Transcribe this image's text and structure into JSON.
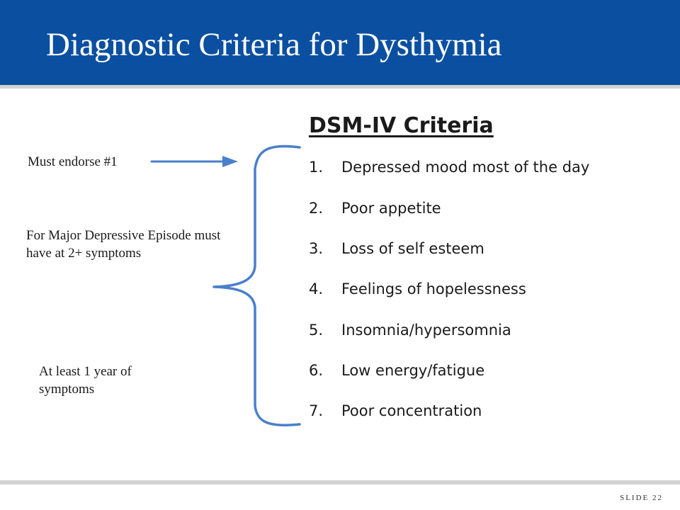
{
  "slide": {
    "title": "Diagnostic Criteria for Dysthymia",
    "slide_label": "SLIDE 22"
  },
  "criteria": {
    "heading": "DSM-IV Criteria",
    "items": [
      {
        "num": "1.",
        "text": "Depressed mood most of the day"
      },
      {
        "num": "2.",
        "text": "Poor appetite"
      },
      {
        "num": "3.",
        "text": "Loss of self esteem"
      },
      {
        "num": "4.",
        "text": "Feelings of hopelessness"
      },
      {
        "num": "5.",
        "text": "Insomnia/hypersomnia"
      },
      {
        "num": "6.",
        "text": "Low energy/fatigue"
      },
      {
        "num": "7.",
        "text": "Poor concentration"
      }
    ]
  },
  "notes": {
    "must_endorse": "Must endorse #1",
    "major_depressive": "For Major Depressive Episode must have at 2+ symptoms",
    "duration": "At least 1 year of symptoms"
  },
  "colors": {
    "header": "#0b4fa1",
    "accent_line": "#4a7fcb",
    "rule": "#d3d3d3"
  }
}
